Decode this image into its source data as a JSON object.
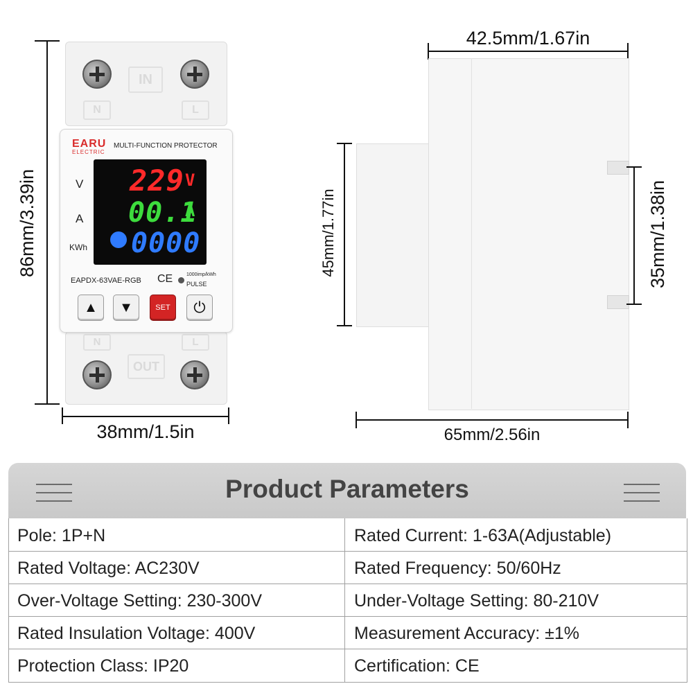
{
  "dimensions": {
    "front_height": "86mm/3.39in",
    "front_width": "38mm/1.5in",
    "side_top_width": "42.5mm/1.67in",
    "side_height": "45mm/1.77in",
    "rail_height": "35mm/1.38in",
    "side_width": "65mm/2.56in"
  },
  "device": {
    "terminal_in": "IN",
    "terminal_out": "OUT",
    "terminal_n": "N",
    "terminal_l": "L",
    "brand": "EARU",
    "brand_sub": "ELECTRIC",
    "product_name": "MULTI-FUNCTION PROTECTOR",
    "label_v": "V",
    "label_a": "A",
    "label_kwh": "KWh",
    "voltage_reading": "229",
    "voltage_unit": "V",
    "current_reading": "00.1",
    "current_unit": "A",
    "energy_reading": "0000",
    "model": "EAPDX-63VAE-RGB",
    "cert_mark": "CE",
    "pulse_rate": "1000imp/kWh",
    "pulse_label": "PULSE",
    "button_up": "▲",
    "button_down": "▼",
    "button_set": "SET",
    "button_power": "⏻",
    "colors": {
      "voltage": "#ff2a2a",
      "current": "#3ddc3d",
      "energy": "#2f7bff",
      "set_button": "#d32424",
      "brand": "#d92b2b"
    }
  },
  "parameters": {
    "title": "Product Parameters",
    "rows": [
      {
        "left": "Pole: 1P+N",
        "right": "Rated Current: 1-63A(Adjustable)"
      },
      {
        "left": "Rated Voltage: AC230V",
        "right": "Rated Frequency: 50/60Hz"
      },
      {
        "left": "Over-Voltage Setting: 230-300V",
        "right": "Under-Voltage Setting: 80-210V"
      },
      {
        "left": "Rated Insulation Voltage: 400V",
        "right": "Measurement Accuracy: ±1%"
      },
      {
        "left": "Protection Class: IP20",
        "right": "Certification: CE"
      }
    ]
  }
}
